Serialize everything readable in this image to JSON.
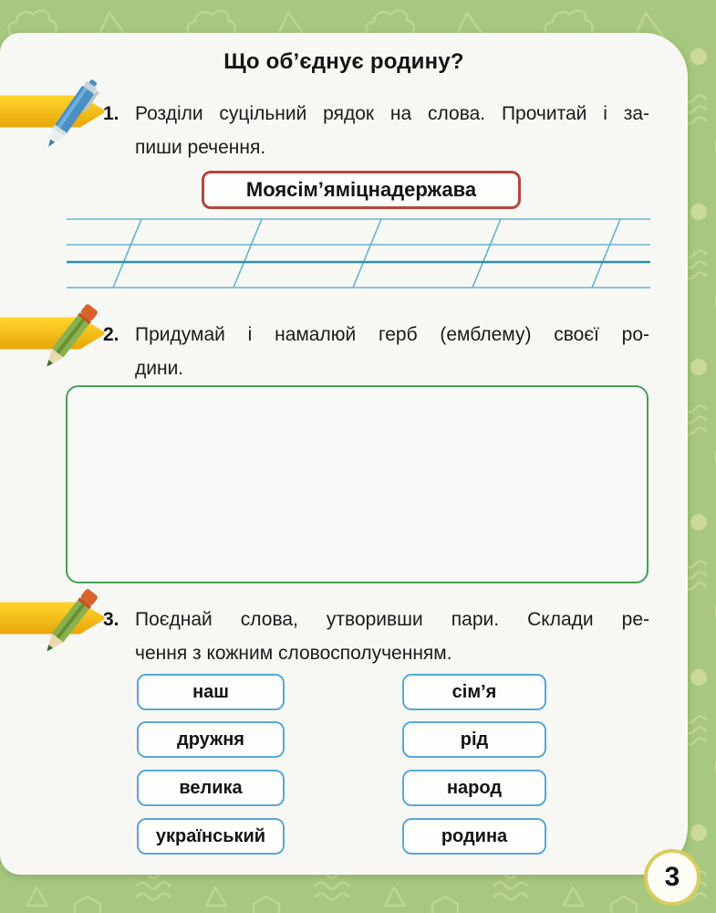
{
  "title": "Що об’єднує родину?",
  "page_number": "3",
  "tasks": [
    {
      "number": "1.",
      "line1": "Розділи суцільний рядок на слова. Прочитай і за-",
      "line2": "пиши речення.",
      "icon": "pen-icon"
    },
    {
      "number": "2.",
      "line1": "Придумай і намалюй герб (емблему) своєї ро-",
      "line2": "дини.",
      "icon": "pencil-icon"
    },
    {
      "number": "3.",
      "line1": "Поєднай слова, утворивши пари. Склади ре-",
      "line2": "чення з кожним словосполученням.",
      "icon": "pencil-icon"
    }
  ],
  "task1_answer_box": "Моясім’яміцнадержава",
  "match_words": {
    "left": [
      "наш",
      "дружня",
      "велика",
      "український"
    ],
    "right": [
      "сім’я",
      "рід",
      "народ",
      "родина"
    ]
  },
  "colors": {
    "background_green": "#a7c87e",
    "doodle_green": "#c2d694",
    "banner_yellow_top": "#ffd32a",
    "banner_yellow_bottom": "#e9a90c",
    "red_box_border": "#b2473e",
    "green_box_border": "#44a254",
    "blue_box_border": "#58a8d5",
    "writing_line_blue": "#66b2cf",
    "writing_baseline_teal": "#2f90ad",
    "page_circle_border": "#d9cc5d"
  }
}
